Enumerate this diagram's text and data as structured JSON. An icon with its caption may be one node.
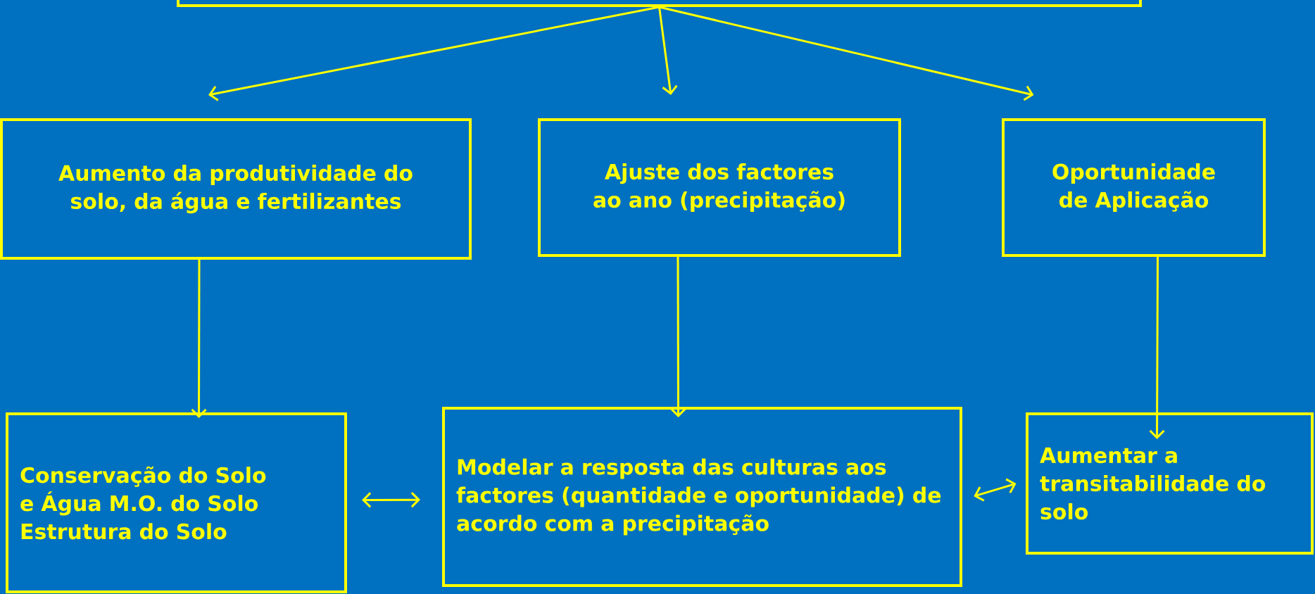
{
  "diagram": {
    "nodes": [
      {
        "text": [],
        "shape": "box"
      },
      {
        "text": [
          "Aumento da produtividade do solo, da água e fertilizantes"
        ]
      },
      {
        "text": [
          "Ajuste dos factores ao ano (precipitação)"
        ]
      },
      {
        "text": [
          "Oportunidade de Aplicação"
        ]
      },
      {
        "text": [
          "Conservação do Solo e Água M.O. do Solo Estrutura do Solo"
        ]
      },
      {
        "text": [
          "Modelar a resposta das culturas aos factores (quantidade e oportunidade) de acordo com a precipitação"
        ]
      },
      {
        "text": [
          "Aumentar a transitabilidade do solo"
        ]
      }
    ],
    "edges": [
      {
        "from": 0,
        "to": 1,
        "arrow": "to"
      },
      {
        "from": 0,
        "to": 2,
        "arrow": "to"
      },
      {
        "from": 0,
        "to": 3,
        "arrow": "to"
      },
      {
        "from": 1,
        "to": 4,
        "arrow": "to"
      },
      {
        "from": 2,
        "to": 5,
        "arrow": "to"
      },
      {
        "from": 3,
        "to": 6,
        "arrow": "to"
      },
      {
        "from": 4,
        "to": 5,
        "arrow": "both"
      },
      {
        "from": 5,
        "to": 6,
        "arrow": "both"
      }
    ]
  }
}
